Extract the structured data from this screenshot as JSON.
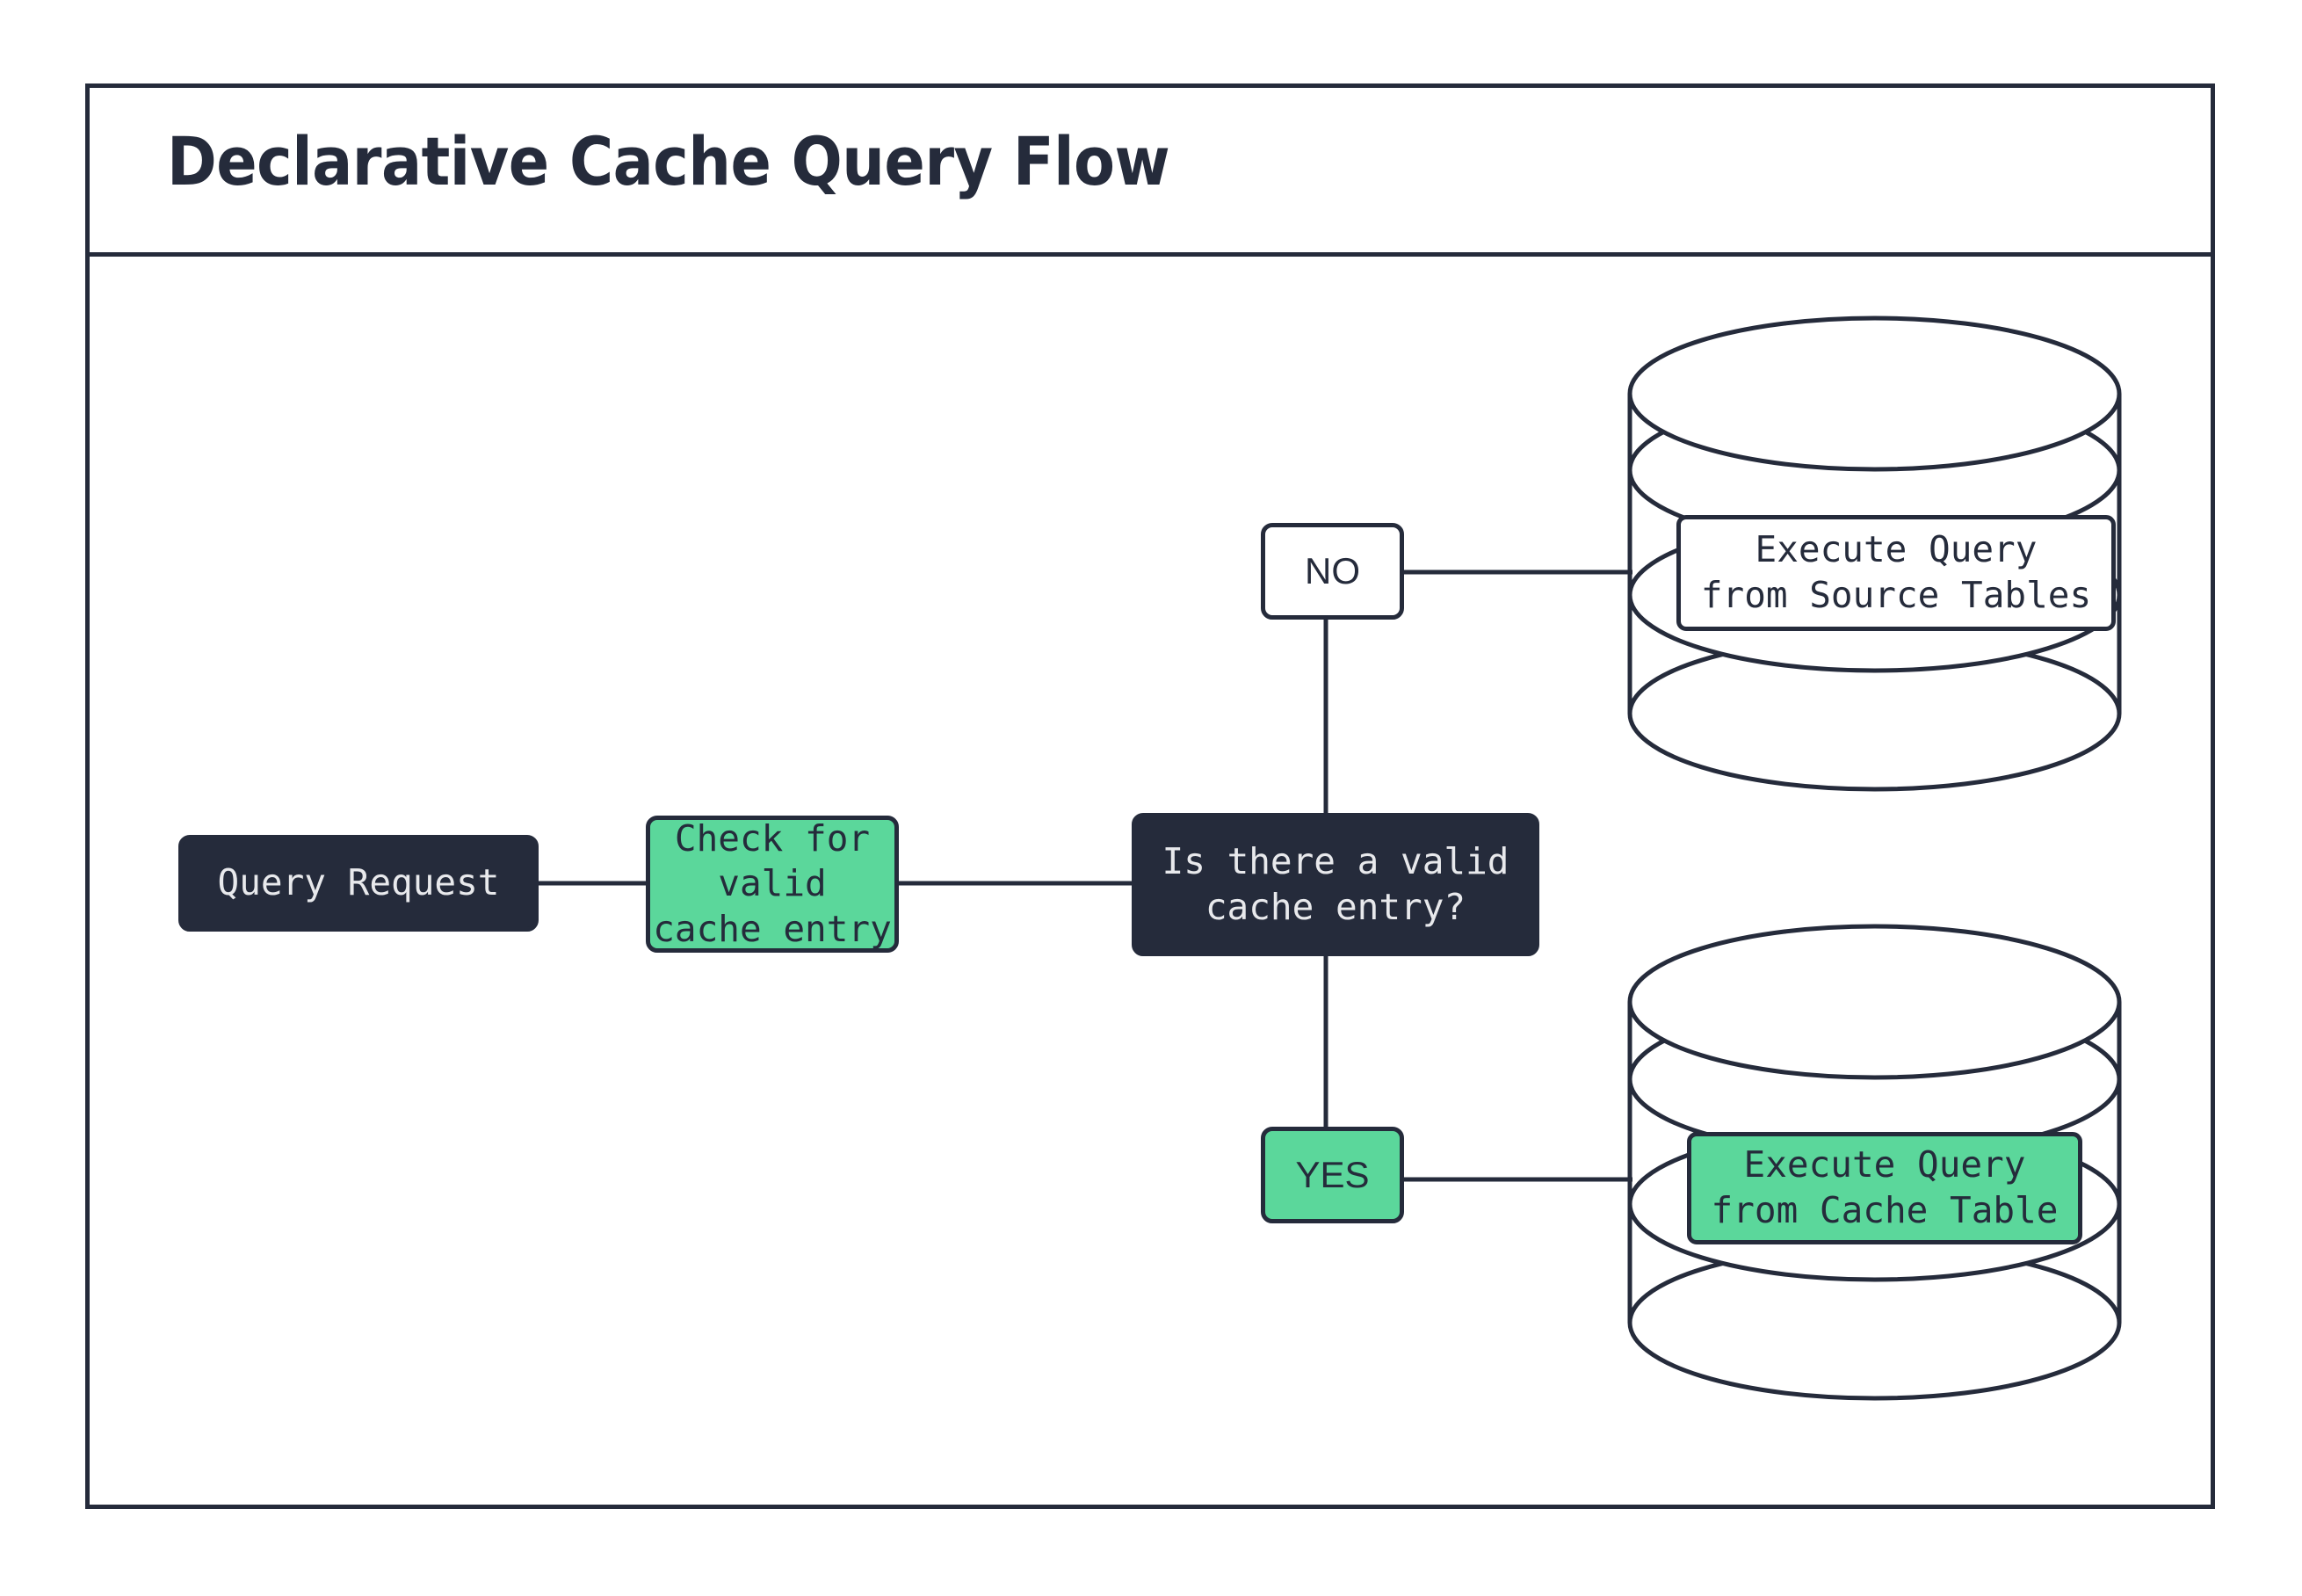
{
  "diagram": {
    "title": "Declarative Cache Query Flow",
    "stroke_color": "#252B3B",
    "accent_green": "#5BD79B",
    "background": "#ffffff",
    "nodes": {
      "query_request": "Query Request",
      "check_cache": "Check for valid\ncache entry",
      "decision": "Is there a valid\ncache entry?",
      "label_no": "NO",
      "label_yes": "YES",
      "source_exec": "Execute Query\nfrom Source Tables",
      "cache_exec": "Execute Query\nfrom Cache Table"
    },
    "shapes": {
      "source_database": "database-cylinder",
      "cache_database": "database-cylinder"
    },
    "edges": [
      {
        "from": "query_request",
        "to": "check_cache",
        "label": ""
      },
      {
        "from": "check_cache",
        "to": "decision",
        "label": ""
      },
      {
        "from": "decision",
        "to": "label_no",
        "label": "NO"
      },
      {
        "from": "label_no",
        "to": "source_exec",
        "label": ""
      },
      {
        "from": "decision",
        "to": "label_yes",
        "label": "YES"
      },
      {
        "from": "label_yes",
        "to": "cache_exec",
        "label": ""
      }
    ]
  }
}
